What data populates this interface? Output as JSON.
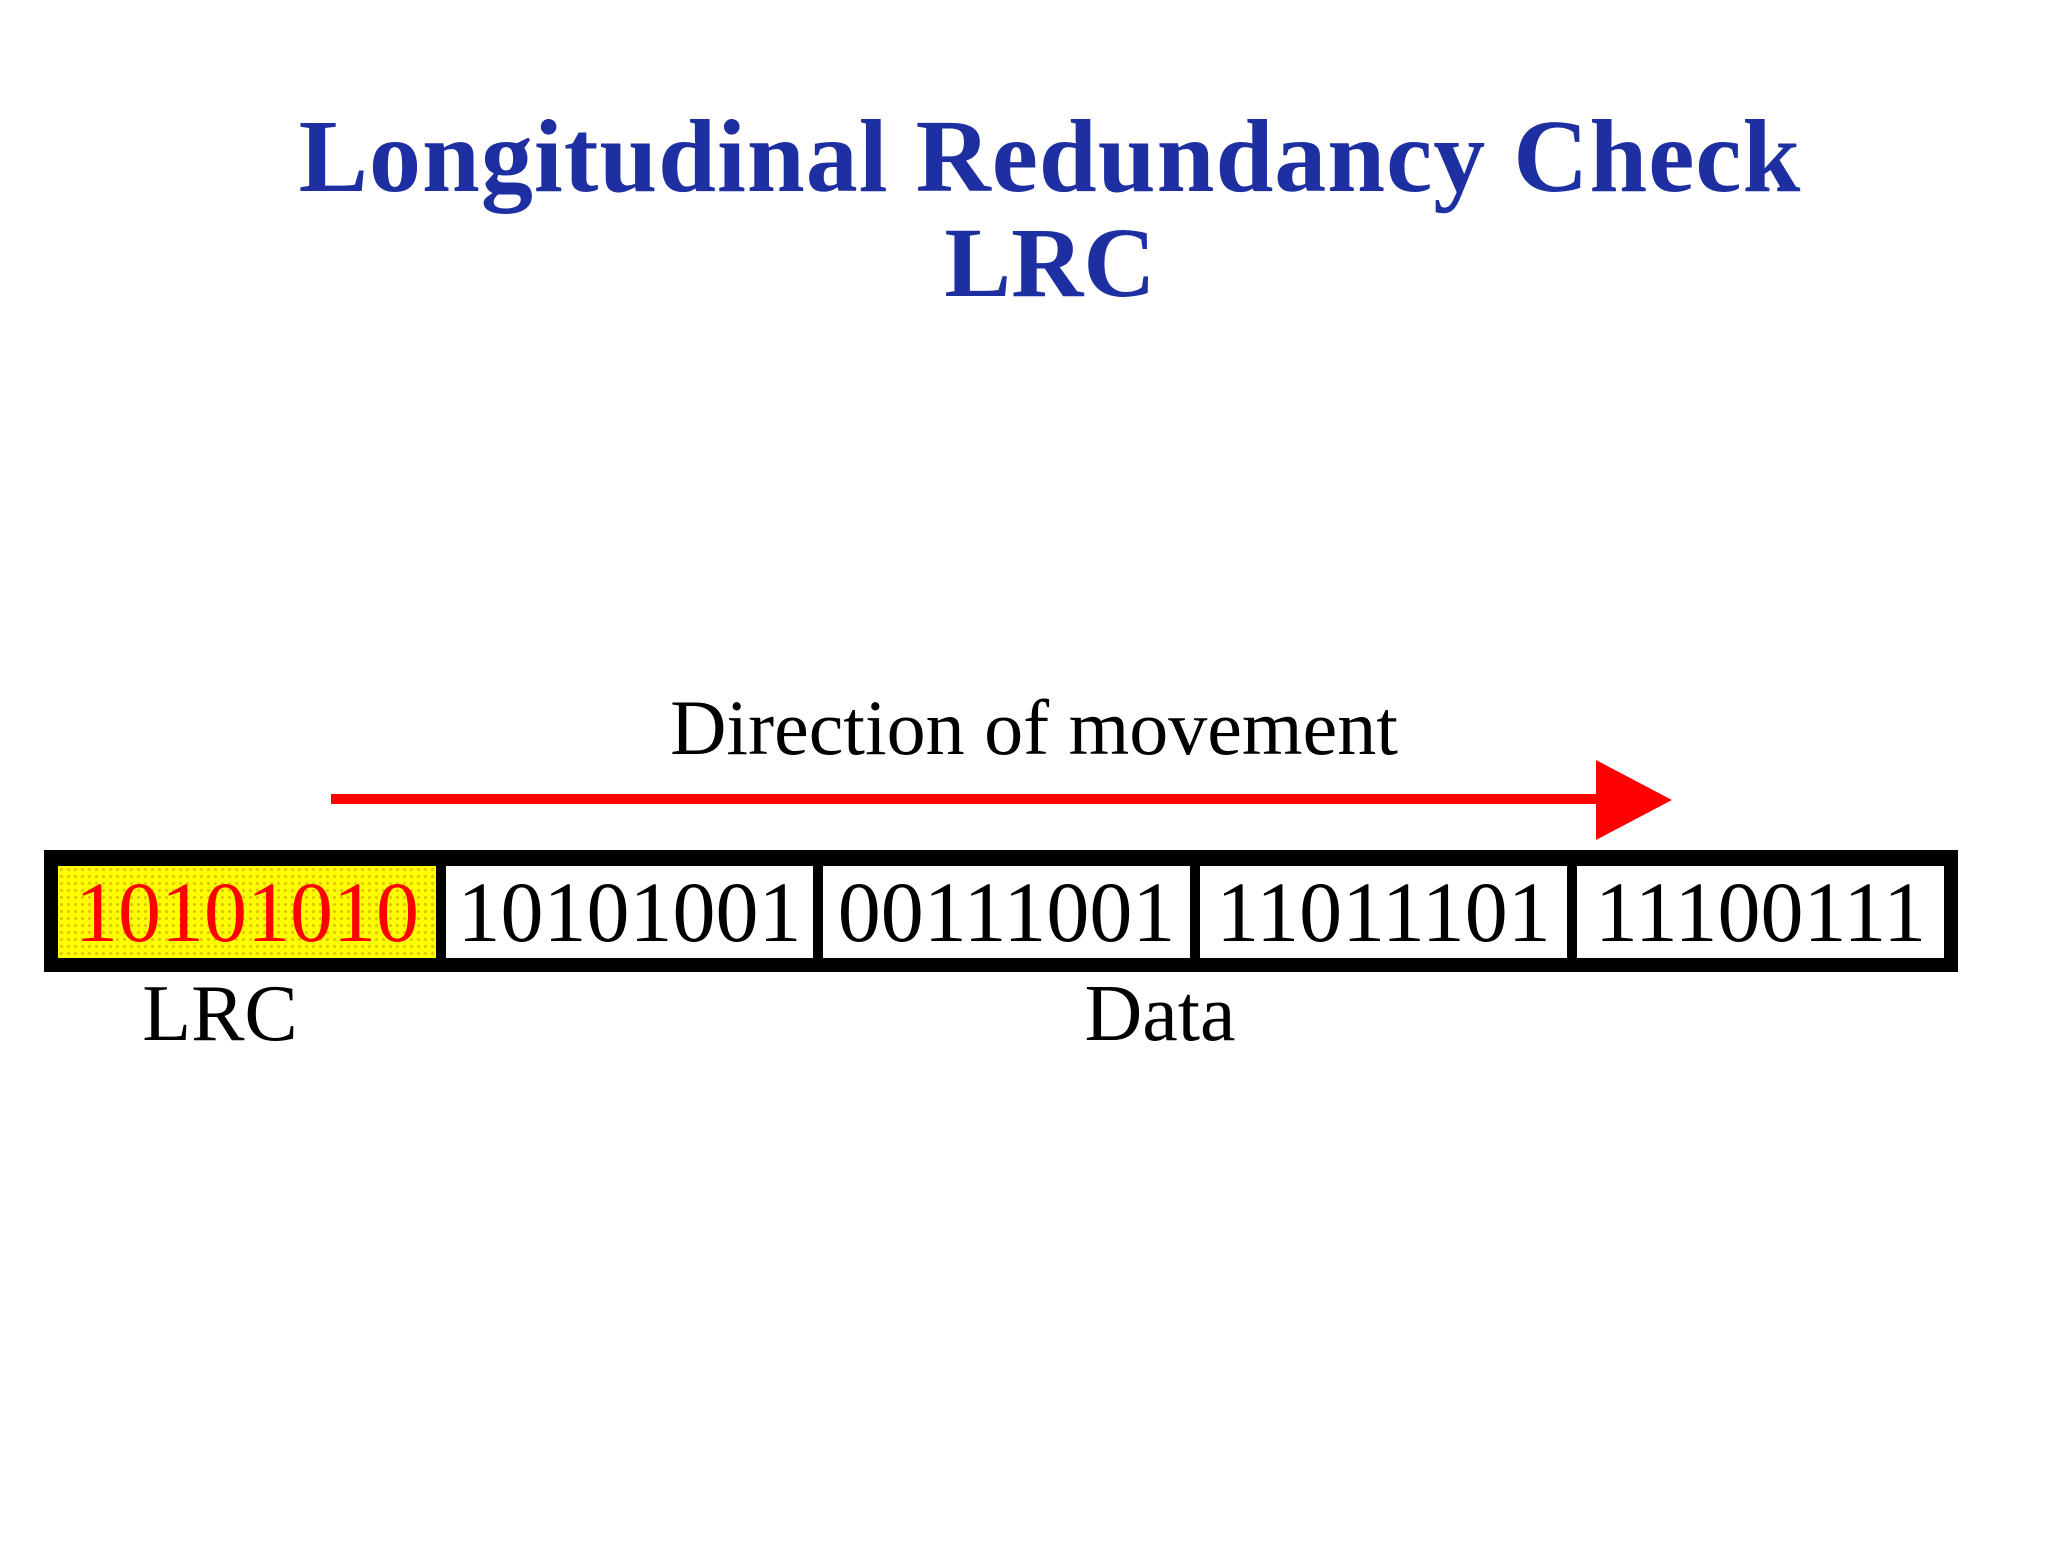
{
  "title": {
    "line1": "Longitudinal Redundancy Check",
    "line2": "LRC"
  },
  "diagram": {
    "direction_label": "Direction of movement",
    "cells": [
      {
        "value": "10101010",
        "type": "lrc"
      },
      {
        "value": "10101001",
        "type": "data"
      },
      {
        "value": "00111001",
        "type": "data"
      },
      {
        "value": "11011101",
        "type": "data"
      },
      {
        "value": "11100111",
        "type": "data"
      }
    ],
    "lrc_label": "LRC",
    "data_label": "Data"
  },
  "colors": {
    "title_blue": "#1E2FA2",
    "text_black": "#000000",
    "arrow_red": "#FF0000",
    "lrc_red": "#FF0000",
    "cell_yellow": "#FFFF00",
    "border_black": "#000000"
  }
}
